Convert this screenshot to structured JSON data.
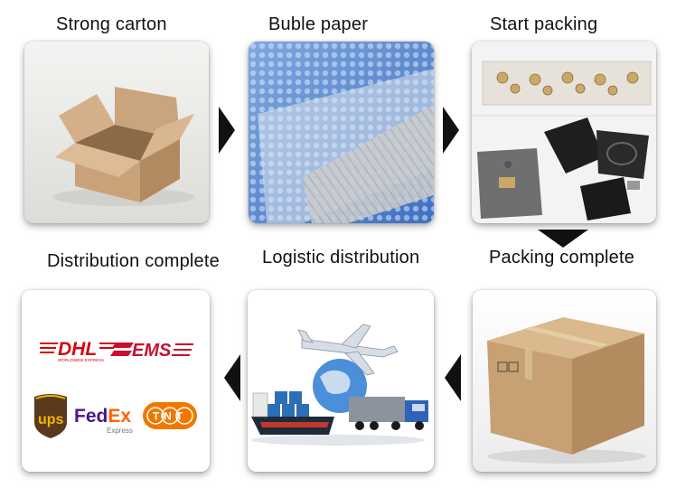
{
  "steps": [
    {
      "label": "Strong carton"
    },
    {
      "label": "Buble paper"
    },
    {
      "label": "Start packing"
    },
    {
      "label": "Packing complete"
    },
    {
      "label": "Logistic distribution"
    },
    {
      "label": "Distribution complete"
    }
  ],
  "carriers": {
    "dhl": "DHL",
    "dhl_sub": "WORLDWIDE EXPRESS",
    "ems": "EMS",
    "ups": "ups",
    "fedex_fed": "Fed",
    "fedex_ex": "Ex",
    "fedex_sub": "Express",
    "tnt": "TNT"
  },
  "colors": {
    "arrow": "#111111",
    "dhl_red": "#d40511",
    "ems_red": "#c8102e",
    "ups_brown": "#5a3a1c",
    "ups_gold": "#f5b400",
    "fedex_purple": "#4d148c",
    "fedex_orange": "#ff6200",
    "tnt_orange": "#f07800"
  }
}
